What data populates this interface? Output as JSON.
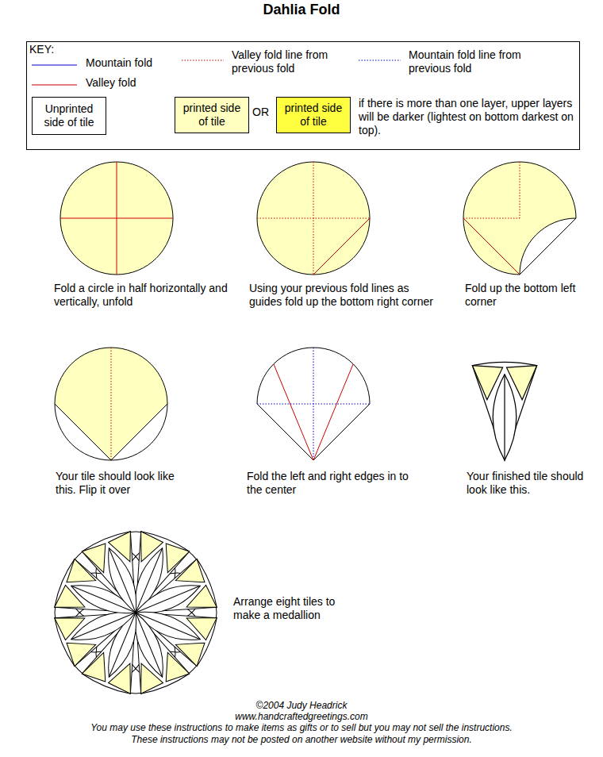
{
  "diagram": {
    "title": "Dahlia Fold",
    "nodes": [
      {
        "text": [
          "KEY:"
        ]
      },
      {
        "text": [
          "Unprinted side of tile"
        ],
        "in": 0
      },
      {
        "text": [
          "printed side of tile"
        ],
        "in": 0
      },
      {
        "text": [
          "printed side of tile"
        ],
        "in": 0
      }
    ],
    "labels": [
      "OR",
      "if there is more than one layer, upper layers will be darker (lightest on bottom darkest on top).",
      "Fold a circle in half horizontally and vertically, unfold",
      "Using your previous fold lines as guides fold up the bottom right corner",
      "Fold up the bottom left corner",
      "Your tile should look like this. Flip it over",
      "Fold the left and right edges in to the center",
      "Your finished tile should look like this.",
      "Arrange eight tiles to make a medallion",
      "©2004 Judy Headrick",
      "www.handcraftedgreetings.com",
      "You may use these instructions to make items as gifts or to sell but you may not sell the instructions.",
      "These instructions may not be posted on another website without my permission."
    ],
    "legend": [
      {
        "text": "Mountain fold"
      },
      {
        "text": "Valley fold"
      },
      {
        "text": "Valley fold line from previous fold"
      },
      {
        "text": "Mountain fold line from previous fold"
      }
    ]
  }
}
